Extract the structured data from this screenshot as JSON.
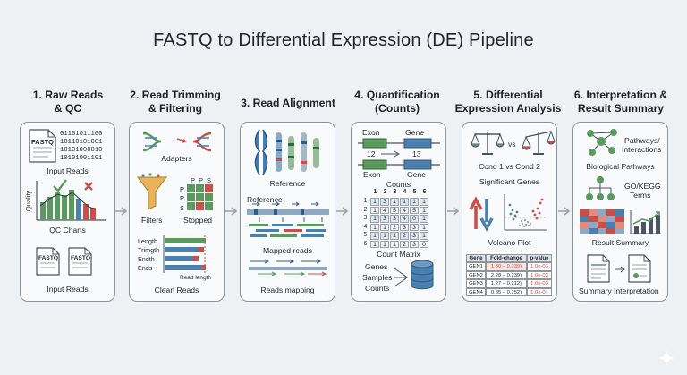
{
  "title": "FASTQ to Differential Expression (DE) Pipeline",
  "colors": {
    "blue": "#4a7fae",
    "green": "#5b9a5f",
    "red": "#c8504b",
    "border": "#8d949c",
    "panel": "#f9fafb",
    "bg": "#eef1f4"
  },
  "steps": [
    {
      "heading_line1": "1. Raw Reads",
      "heading_line2": "& QC",
      "fastq_doc_label": "FASTQ",
      "binary_lines": [
        "01101011100",
        "10110101001",
        "10101000010",
        "10101001101"
      ],
      "input_reads_top": "Input Reads",
      "quality_label": "Quality",
      "qc_charts": "QC Charts",
      "fastq_a": "FASTQ",
      "fastq_b": "FASTQ",
      "input_reads_bottom": "Input Reads"
    },
    {
      "heading_line1": "2. Read Trimming",
      "heading_line2": "& Filtering",
      "adapters": "Adapters",
      "filters": "Filters",
      "grid_col_letters": [
        "P",
        "P",
        "S"
      ],
      "grid_row_letters": [
        "P",
        "P",
        "S"
      ],
      "stopped": "Stopped",
      "bar_labels": [
        "Length",
        "Trimgth",
        "Endth",
        "Ends"
      ],
      "read_length": "Read length",
      "clean_reads": "Clean Reads"
    },
    {
      "heading_line1": "3. Read Alignment",
      "heading_line2": "",
      "reference_top": "Reference",
      "reference_left": "Reference",
      "mapped_reads": "Mapped reads",
      "reads_mapping": "Reads mapping"
    },
    {
      "heading_line1": "4. Quantification",
      "heading_line2": "(Counts)",
      "exon_top": "Exon",
      "gene_top": "Gene",
      "num_a": "12",
      "num_b": "13",
      "exon_bottom": "Exon",
      "gene_bottom": "Gene",
      "counts": "Counts",
      "matrix_header": [
        "1",
        "2",
        "3",
        "4",
        "5",
        "6"
      ],
      "matrix_rows": [
        {
          "id": "1",
          "vals": [
            "1",
            "3",
            "1",
            "1",
            "1",
            "1"
          ]
        },
        {
          "id": "2",
          "vals": [
            "1",
            "4",
            "5",
            "4",
            "5",
            "1"
          ]
        },
        {
          "id": "3",
          "vals": [
            "1",
            "3",
            "3",
            "4",
            "0",
            "1"
          ]
        },
        {
          "id": "4",
          "vals": [
            "1",
            "1",
            "2",
            "3",
            "3",
            "1"
          ]
        },
        {
          "id": "5",
          "vals": [
            "1",
            "1",
            "1",
            "2",
            "3",
            "1"
          ]
        },
        {
          "id": "6",
          "vals": [
            "1",
            "1",
            "1",
            "2",
            "3",
            "0"
          ]
        }
      ],
      "count_matrix": "Count Matrix",
      "genes": "Genes",
      "samples": "Samples",
      "counts_item": "Counts"
    },
    {
      "heading_line1": "5. Differential",
      "heading_line2": "Expression Analysis",
      "vs": "vs",
      "cond_compare": "Cond 1 vs Cond 2",
      "significant_genes": "Significant Genes",
      "volcano_plot": "Volcano Plot",
      "table_header": [
        "Gene",
        "Fold-change",
        "p-value"
      ],
      "table_rows": [
        {
          "gene": "GEN1",
          "fc": "1.30 – 0.239)",
          "p": "1.0e-03"
        },
        {
          "gene": "GEN2",
          "fc": "2.28 – 0.239)",
          "p": "1.0e-03"
        },
        {
          "gene": "GEN3",
          "fc": "1.27 – 0.212)",
          "p": "1.0e-03"
        },
        {
          "gene": "GEN4",
          "fc": "0.85 – 0.252)",
          "p": "1.0e-01"
        }
      ]
    },
    {
      "heading_line1": "6. Interpretation &",
      "heading_line2": "Result Summary",
      "pathways_interactions_1": "Pathways/",
      "pathways_interactions_2": "Interactions",
      "biological_pathways": "Biological Pathways",
      "go_kegg_1": "GO/KEGG",
      "go_kegg_2": "Terms",
      "result_summary": "Result Summary",
      "summary": "Summary",
      "interpretation": "Interpretation"
    }
  ]
}
